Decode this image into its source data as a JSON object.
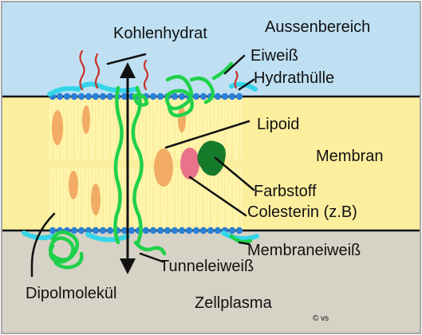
{
  "labels": {
    "outside": "Aussenbereich",
    "carbohydrate": "Kohlenhydrat",
    "protein": "Eiweiß",
    "hydration_shell": "Hydrathülle",
    "lipid": "Lipoid",
    "membrane": "Membran",
    "dye": "Farbstoff",
    "cholesterol": "Colesterin (z.B)",
    "membrane_protein": "Membraneiweiß",
    "tunnel_protein": "Tunneleiweiß",
    "dipole_molecule": "Dipolmolekül",
    "cytoplasm": "Zellplasma",
    "copyright": "© vs"
  },
  "colors": {
    "outside": "#bfe0f2",
    "membrane": "#fbee9d",
    "cytoplasm": "#d6d2c6",
    "lipid_head": "#2a7fd6",
    "lipid_tail": "#fff6b0",
    "protein": "#1fd14a",
    "dark_protein": "#157a2a",
    "carbohydrate": "#c8342a",
    "cholesterol": "#f0a05a",
    "hydration": "#35d5e8",
    "pink": "#e8738a"
  }
}
